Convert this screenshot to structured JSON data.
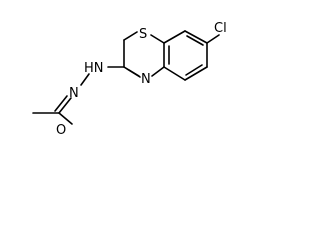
{
  "diagram": {
    "type": "chemical-structure",
    "atoms": {
      "sulfur": "S",
      "chlorine": "Cl",
      "ring_nitrogen": "N",
      "hydrazone_nh": "HN",
      "hydrazone_n": "N",
      "carbonyl_oxygen": "O"
    }
  }
}
